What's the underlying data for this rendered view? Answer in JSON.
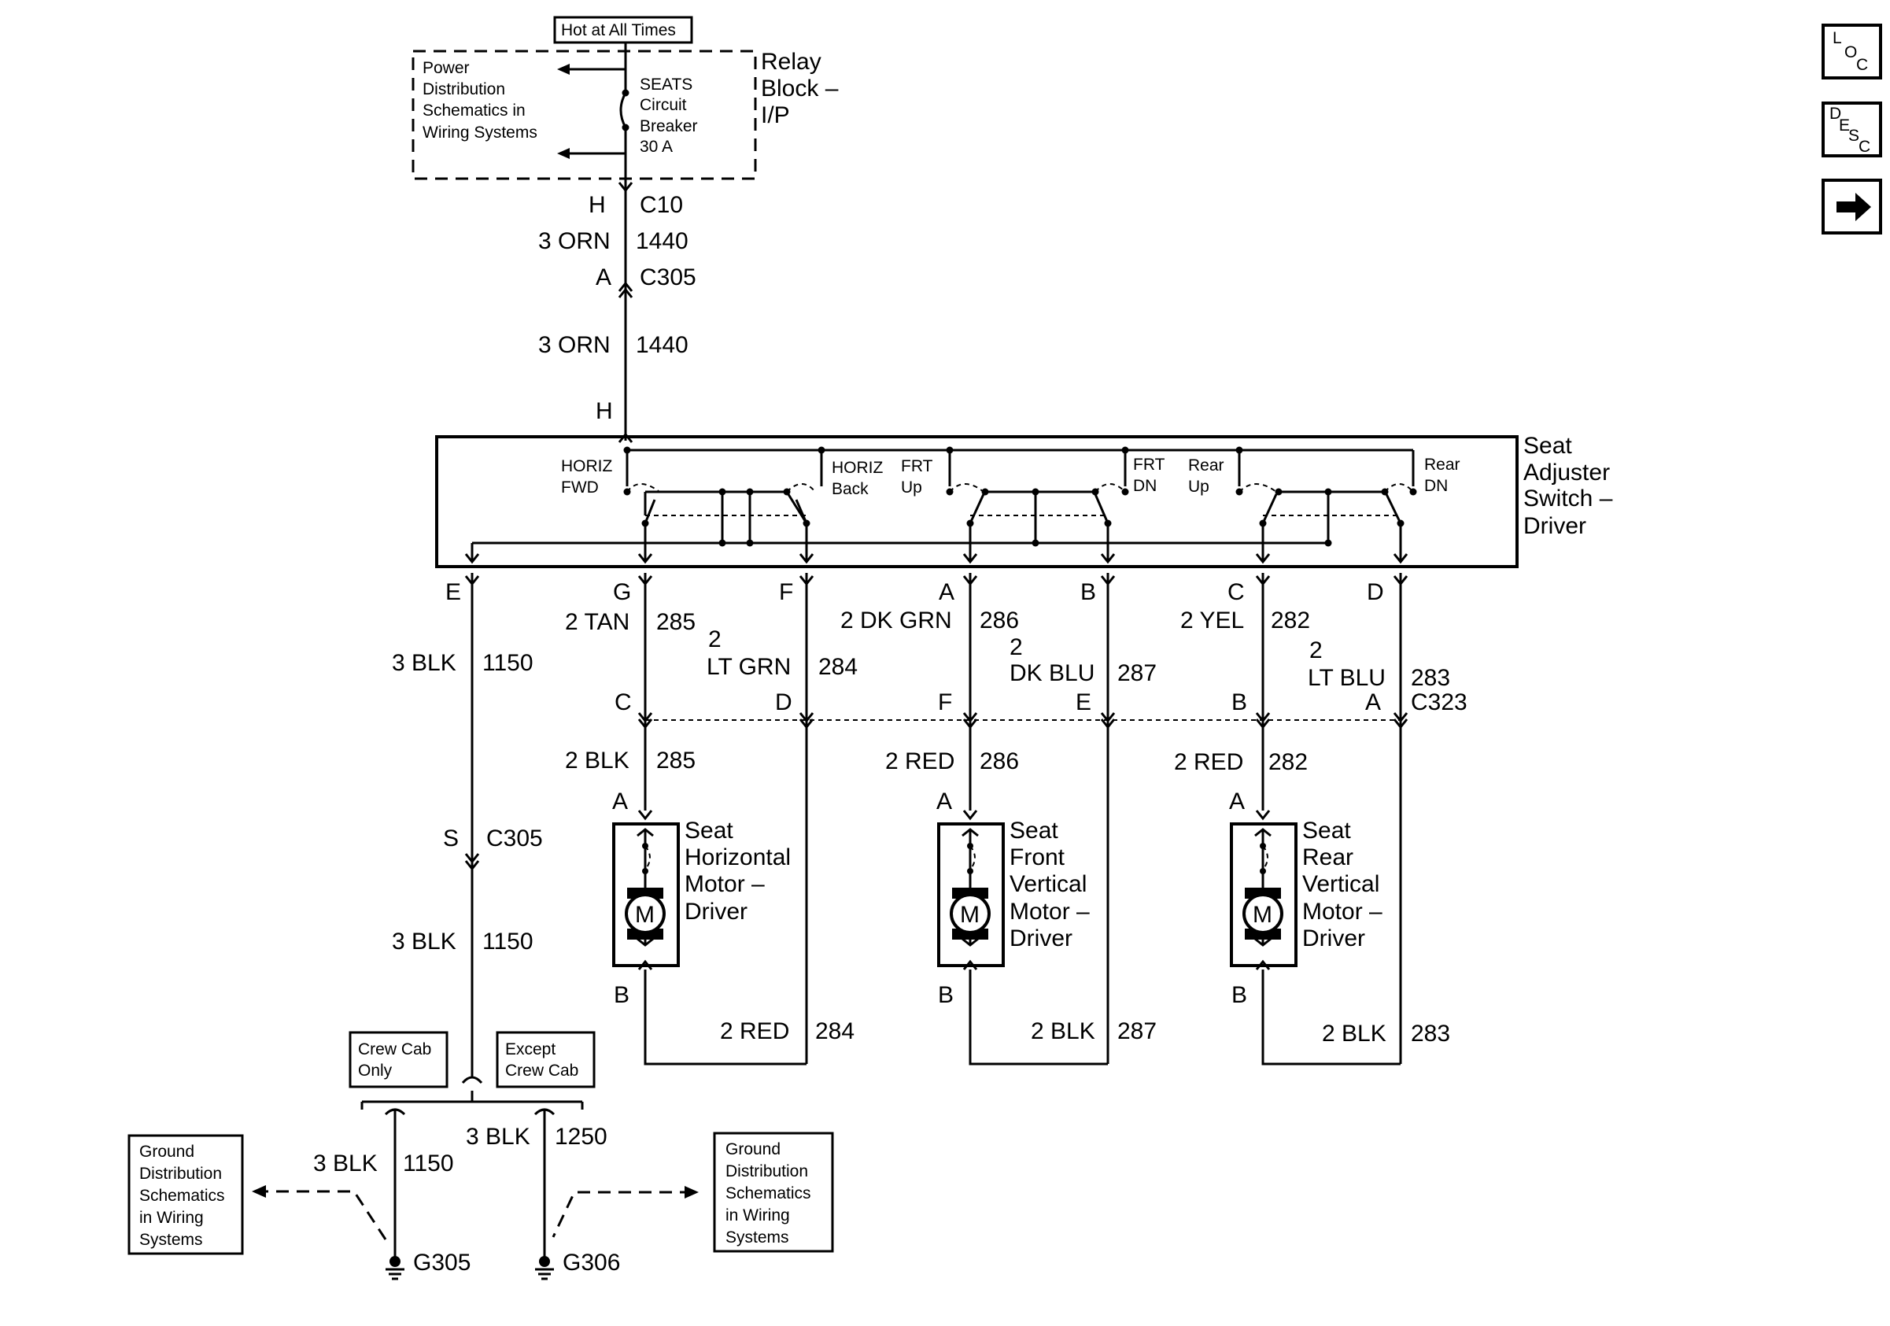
{
  "power": {
    "hot_label": "Hot at All Times",
    "relay_block": [
      "Relay",
      "Block –",
      "I/P"
    ],
    "power_ref": [
      "Power",
      "Distribution",
      "Schematics in",
      "Wiring Systems"
    ],
    "breaker": [
      "SEATS",
      "Circuit",
      "Breaker",
      "30 A"
    ]
  },
  "feed": {
    "c10_pin": "H",
    "c10": "C10",
    "wire1_color": "3 ORN",
    "wire1_circuit": "1440",
    "c305_pin": "A",
    "c305": "C305",
    "wire2_color": "3 ORN",
    "wire2_circuit": "1440",
    "switch_pin": "H"
  },
  "switch": {
    "title": [
      "Seat",
      "Adjuster",
      "Switch –",
      "Driver"
    ],
    "labels": {
      "horiz_fwd": [
        "HORIZ",
        "FWD"
      ],
      "horiz_back": [
        "HORIZ",
        "Back"
      ],
      "frt_up": [
        "FRT",
        "Up"
      ],
      "frt_dn": [
        "FRT",
        "DN"
      ],
      "rear_up": [
        "Rear",
        "Up"
      ],
      "rear_dn": [
        "Rear",
        "DN"
      ]
    }
  },
  "ground_branch": {
    "pin_e": "E",
    "color1": "3 BLK",
    "circuit1": "1150",
    "pin_s": "S",
    "c305": "C305",
    "color2": "3 BLK",
    "circuit2": "1150",
    "crew_cab": [
      "Crew Cab",
      "Only"
    ],
    "except_crew_cab": [
      "Except",
      "Crew Cab"
    ],
    "left_color": "3 BLK",
    "left_circuit": "1150",
    "right_color": "3 BLK",
    "right_circuit": "1250",
    "g305": "G305",
    "g306": "G306",
    "ground_ref_left": [
      "Ground",
      "Distribution",
      "Schematics",
      "in Wiring",
      "Systems"
    ],
    "ground_ref_right": [
      "Ground",
      "Distribution",
      "Schematics",
      "in Wiring",
      "Systems"
    ]
  },
  "c323": {
    "label": "C323"
  },
  "horizontal": {
    "pin_g": "G",
    "g_color": "2 TAN",
    "g_circuit": "285",
    "pin_f": "F",
    "f_color_top": "2",
    "f_color": "LT GRN",
    "f_circuit": "284",
    "pin_c": "C",
    "pin_d": "D",
    "motor_color": "2 BLK",
    "motor_circuit": "285",
    "motor_pin_a": "A",
    "motor_pin_b": "B",
    "return_color": "2 RED",
    "return_circuit": "284",
    "motor_symbol": "M",
    "title": [
      "Seat",
      "Horizontal",
      "Motor –",
      "Driver"
    ]
  },
  "front": {
    "pin_a": "A",
    "a_color": "2 DK GRN",
    "a_circuit": "286",
    "pin_b": "B",
    "b_color_top": "2",
    "b_color": "DK BLU",
    "b_circuit": "287",
    "pin_f": "F",
    "pin_e": "E",
    "motor_color": "2 RED",
    "motor_circuit": "286",
    "motor_pin_a": "A",
    "motor_pin_b": "B",
    "return_color": "2 BLK",
    "return_circuit": "287",
    "motor_symbol": "M",
    "title": [
      "Seat",
      "Front",
      "Vertical",
      "Motor –",
      "Driver"
    ]
  },
  "rear": {
    "pin_c": "C",
    "c_color": "2 YEL",
    "c_circuit": "282",
    "pin_d": "D",
    "d_color_top": "2",
    "d_color": "LT BLU",
    "d_circuit": "283",
    "pin_b": "B",
    "pin_a": "A",
    "motor_color": "2 RED",
    "motor_circuit": "282",
    "motor_pin_a": "A",
    "motor_pin_b": "B",
    "return_color": "2 BLK",
    "return_circuit": "283",
    "motor_symbol": "M",
    "title": [
      "Seat",
      "Rear",
      "Vertical",
      "Motor –",
      "Driver"
    ]
  },
  "nav": {
    "loc": [
      "L",
      "O",
      "C"
    ],
    "desc": [
      "D",
      "E",
      "S",
      "C"
    ],
    "next_icon": "arrow-right-icon"
  }
}
